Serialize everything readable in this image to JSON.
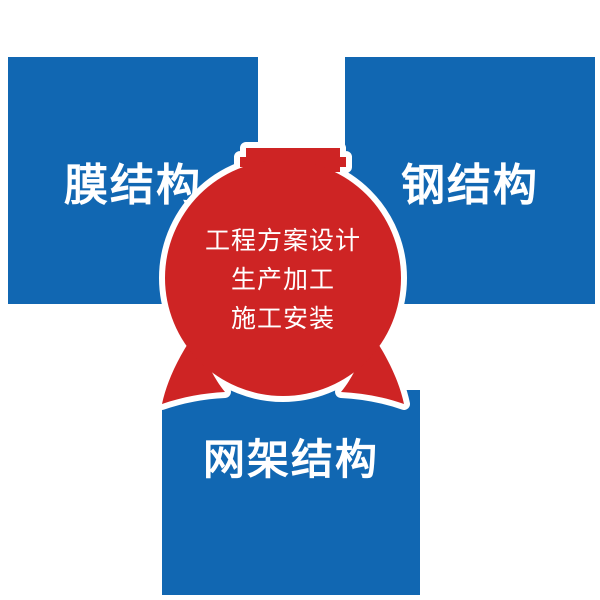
{
  "diagram": {
    "boxes": {
      "membrane": {
        "label": "膜结构"
      },
      "steel": {
        "label": "钢结构"
      },
      "grid": {
        "label": "网架结构"
      }
    },
    "center": {
      "lines": [
        "工程方案设计",
        "生产加工",
        "施工安装"
      ]
    },
    "colors": {
      "blue": "#1167b2",
      "red": "#ce2424",
      "halo": "#ffffff",
      "text": "#ffffff",
      "background": "#ffffff"
    }
  }
}
